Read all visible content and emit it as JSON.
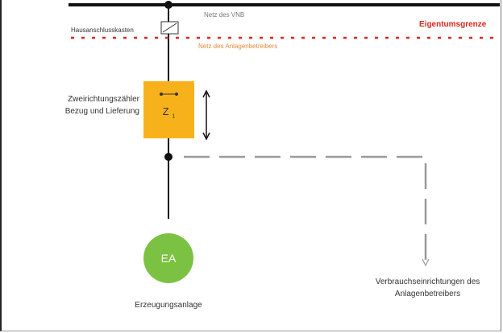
{
  "labels": {
    "netz_vnb": "Netz des VNB",
    "hausanschluss": "Hausanschlusskasten",
    "eigentumsgrenze": "Eigentumsgrenze",
    "netz_anlagenbetreiber": "Netz des Anlagenbetreibers",
    "zaehler_line1": "Zweirichtungszähler",
    "zaehler_line2": "Bezug und Lieferung",
    "zaehler_symbol": "Z",
    "zaehler_index": "1",
    "ea": "EA",
    "erzeugungsanlage": "Erzeugungsanlage",
    "verbraucher_line1": "Verbrauchseinrichtungen des",
    "verbraucher_line2": "Anlagenbetreibers"
  },
  "colors": {
    "grid_line": "#111111",
    "ownership_boundary": "#e0261c",
    "meter": "#f7b21b",
    "generator": "#7cc242",
    "dashed_branch": "#9a9a9a",
    "operator_network_text": "#e08a3c"
  }
}
